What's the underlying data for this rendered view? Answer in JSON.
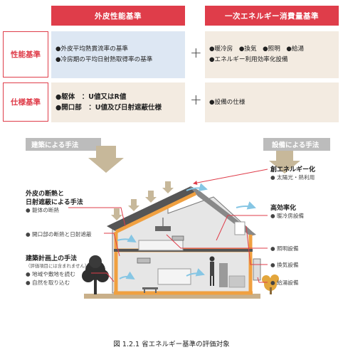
{
  "table": {
    "col_headers": [
      "外皮性能基準",
      "一次エネルギー消費量基準"
    ],
    "rows": [
      {
        "label": "性能基準",
        "left": [
          "●外皮平均熱貫流率の基準",
          "●冷房期の平均日射熱取得率の基準"
        ],
        "right": [
          "●暖冷房　●換気　●照明　●給湯",
          "●エネルギー利用効率化設備"
        ]
      },
      {
        "label": "仕様基準",
        "left": [
          "●躯体　：U値又はR値",
          "●開口部　：U値及び日射遮蔽仕様"
        ],
        "right": [
          "●設備の仕様"
        ]
      }
    ],
    "plus": "+"
  },
  "diagram": {
    "banner_left": "建築による手法",
    "banner_right": "設備による手法",
    "left_labels": {
      "envelope_title_1": "外皮の断熱と",
      "envelope_title_2": "日射遮蔽による手法",
      "envelope_item": "● 躯体の断熱",
      "opening_item": "● 開口部の断熱と日射遮蔽",
      "planning_title": "建築計画上の手法",
      "planning_note": "（評価項目には含まれません）",
      "planning_item_1": "● 地域や敷地を読む",
      "planning_item_2": "● 自然を取り込む"
    },
    "right_labels": {
      "create_title": "創エネルギー化",
      "create_item": "● 太陽光・熱利用",
      "efficiency_title": "高効率化",
      "efficiency_item": "● 暖冷房設備",
      "lighting_item": "● 照明設備",
      "ventilation_item": "● 換気設備",
      "hotwater_item": "● 給湯設備"
    }
  },
  "caption": "図 1.2.1 省エネルギー基準の評価対象",
  "colors": {
    "accent_red": "#df3d4a",
    "blue_cell": "#dde7f3",
    "beige_cell": "#f3ebe1",
    "frame_orange": "#f0a040",
    "sun_arrow": "#c7b89a",
    "air_blue": "#86c6e4",
    "banner_gray": "#bcbcbc"
  }
}
